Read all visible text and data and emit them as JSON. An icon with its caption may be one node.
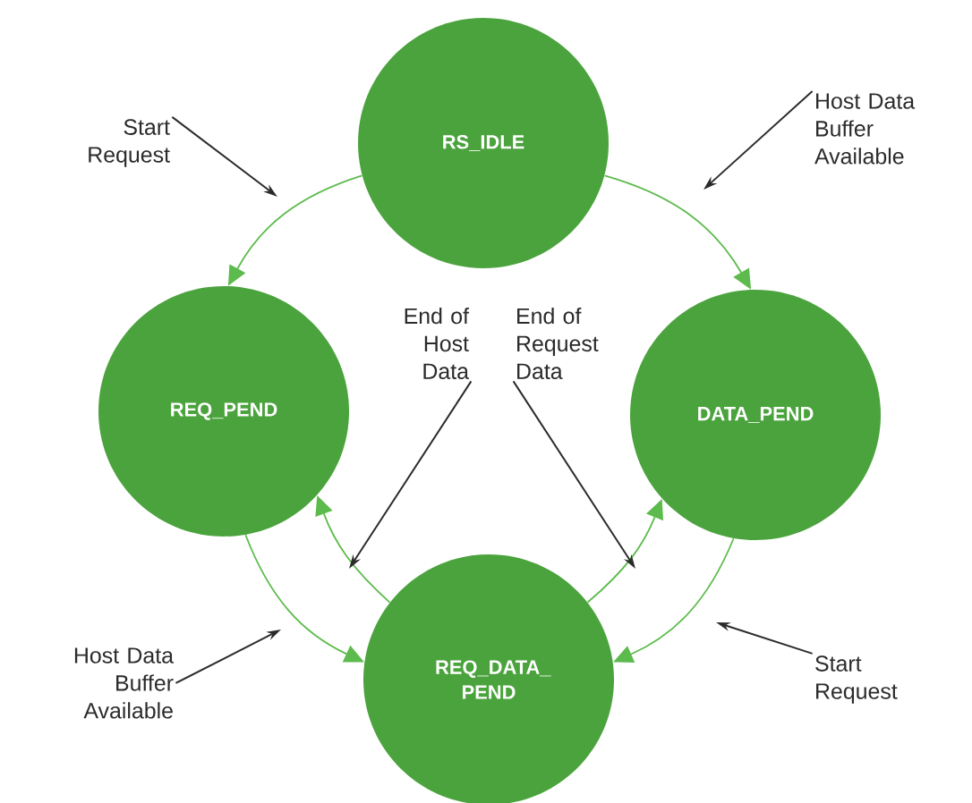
{
  "diagram": {
    "nodes": [
      {
        "text": [
          "RS_IDLE"
        ]
      },
      {
        "text": [
          "REQ_PEND"
        ]
      },
      {
        "text": [
          "DATA_PEND"
        ]
      },
      {
        "text": [
          "REQ_DATA_ PEND"
        ]
      },
      {
        "text": [
          "Start Request"
        ]
      },
      {
        "text": [
          "Host Data Buffer Available"
        ]
      },
      {
        "text": [
          "End of Host Data"
        ]
      },
      {
        "text": [
          "End of Request Data"
        ]
      },
      {
        "text": [
          "Host Data Buffer Available"
        ]
      },
      {
        "text": [
          "Start Request"
        ]
      }
    ],
    "edges": [
      {
        "from": 0,
        "to": 1,
        "arrow": "to",
        "color": "#5cbb4c"
      },
      {
        "from": 0,
        "to": 2,
        "arrow": "to",
        "color": "#5cbb4c"
      },
      {
        "from": 1,
        "to": 3,
        "arrow": "to",
        "color": "#5cbb4c"
      },
      {
        "from": 3,
        "to": 1,
        "arrow": "to",
        "color": "#5cbb4c"
      },
      {
        "from": 3,
        "to": 2,
        "arrow": "to",
        "color": "#5cbb4c"
      },
      {
        "from": 2,
        "to": 3,
        "arrow": "to",
        "color": "#5cbb4c"
      },
      {
        "from": 4,
        "to": null,
        "arrow": "to",
        "color": "#2b2b2b"
      },
      {
        "from": 5,
        "to": null,
        "arrow": "to",
        "color": "#2b2b2b"
      },
      {
        "from": 6,
        "to": null,
        "arrow": "to",
        "color": "#2b2b2b"
      },
      {
        "from": 7,
        "to": null,
        "arrow": "to",
        "color": "#2b2b2b"
      },
      {
        "from": 8,
        "to": null,
        "arrow": "to",
        "color": "#2b2b2b"
      },
      {
        "from": 9,
        "to": null,
        "arrow": "to",
        "color": "#2b2b2b"
      }
    ]
  }
}
